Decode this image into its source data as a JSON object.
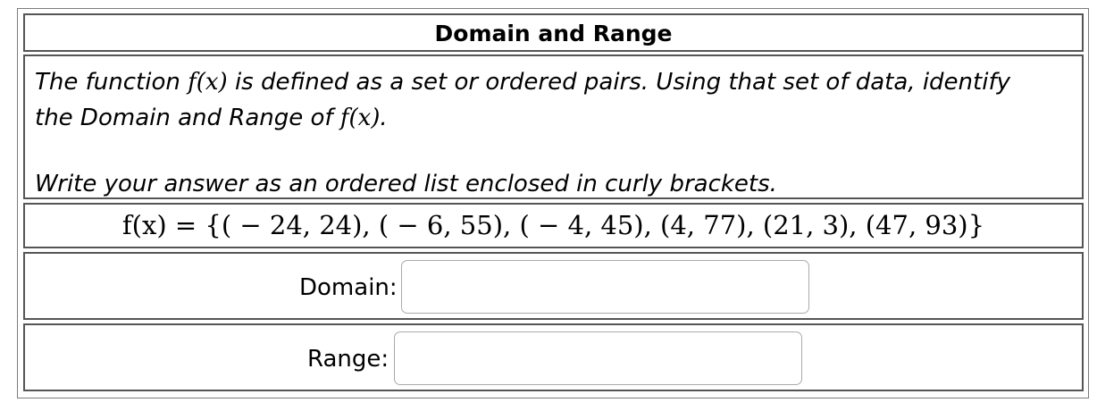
{
  "title": "Domain and Range",
  "description": {
    "line1_pre": "The function ",
    "line1_math": "f(x)",
    "line1_post": " is defined as a set or ordered pairs. Using that set of data, identify",
    "line2_pre": "the Domain and Range of ",
    "line2_math": "f(x)",
    "line2_post": ".",
    "line3": "Write your answer as an ordered list enclosed in curly brackets."
  },
  "function_display": "f(x) = {( − 24, 24),  ( − 6, 55),  ( − 4, 45),  (4, 77),  (21, 3),  (47, 93)}",
  "domain": {
    "label": "Domain:",
    "value": ""
  },
  "range": {
    "label": "Range:",
    "value": ""
  }
}
